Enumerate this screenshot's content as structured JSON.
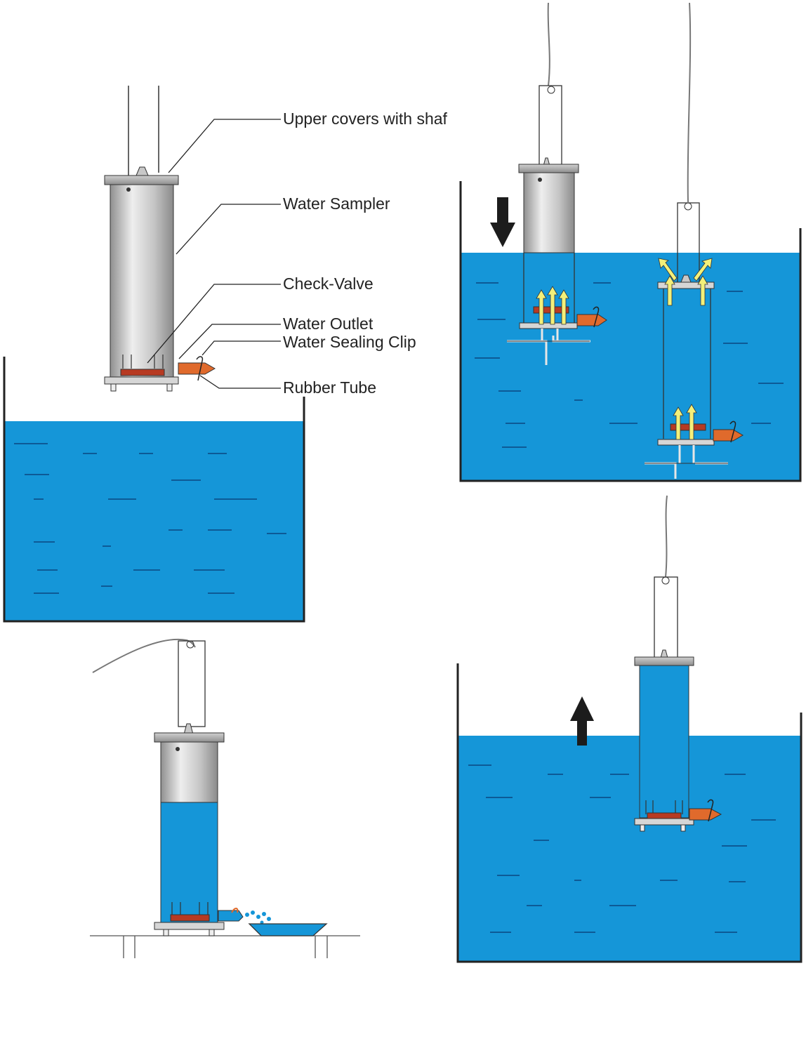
{
  "labels": {
    "upper_covers": "Upper covers with shaf",
    "water_sampler": "Water Sampler",
    "check_valve": "Check-Valve",
    "water_outlet": "Water Outlet",
    "water_sealing_clip": "Water Sealing Clip",
    "rubber_tube": "Rubber Tube"
  },
  "colors": {
    "water": "#1596d8",
    "water_dark_line": "#0d5a96",
    "steel": "#b8b8b8",
    "steel_light": "#e6e6e6",
    "tube_orange": "#e06a2c",
    "valve_red": "#b73a22",
    "arrow_yellow": "#f3f07a",
    "arrow_dark": "#1c1c1c",
    "outline": "#222222"
  },
  "icons": {
    "down": "arrow-down-icon",
    "up": "arrow-up-icon"
  }
}
